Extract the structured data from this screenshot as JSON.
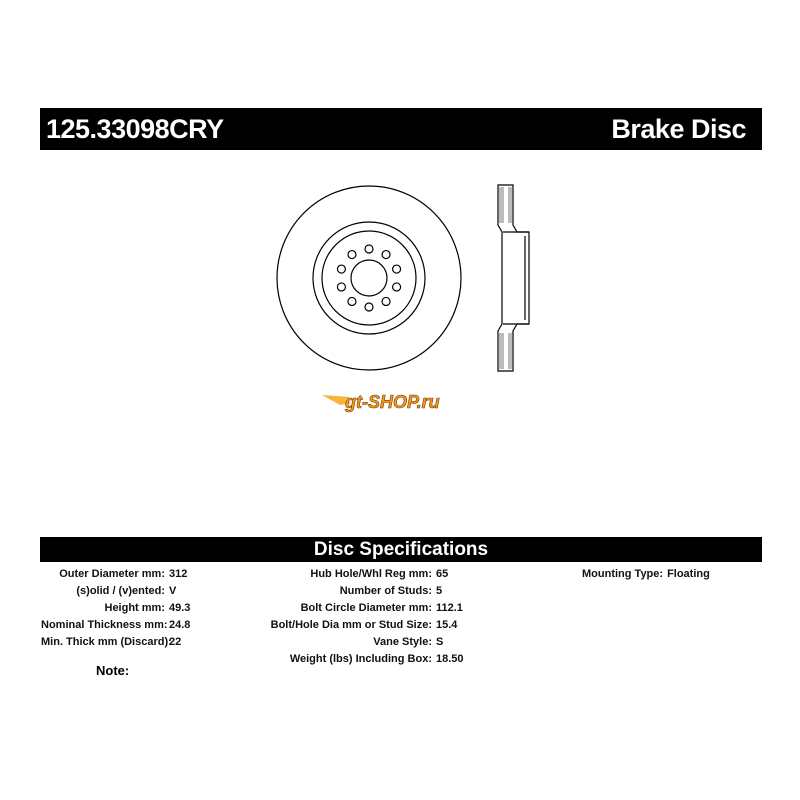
{
  "header": {
    "part_number": "125.33098CRY",
    "type": "Brake Disc"
  },
  "logo": {
    "text": "gt-shop.ru",
    "color": "#f39a1e"
  },
  "specs": {
    "title": "Disc Specifications",
    "col1": [
      {
        "label": "Outer Diameter mm:",
        "value": "312"
      },
      {
        "label": "(s)olid / (v)ented:",
        "value": "V"
      },
      {
        "label": "Height mm:",
        "value": "49.3"
      },
      {
        "label": "Nominal Thickness mm:",
        "value": "24.8"
      },
      {
        "label": "Min. Thick mm (Discard):",
        "value": "22"
      }
    ],
    "col2": [
      {
        "label": "Hub Hole/Whl Reg mm:",
        "value": "65"
      },
      {
        "label": "Number of Studs:",
        "value": "5"
      },
      {
        "label": "Bolt Circle Diameter mm:",
        "value": "112.1"
      },
      {
        "label": "Bolt/Hole Dia mm or Stud Size:",
        "value": "15.4"
      },
      {
        "label": "Vane Style:",
        "value": "S"
      },
      {
        "label": "Weight (lbs) Including Box:",
        "value": "18.50"
      }
    ],
    "col3": [
      {
        "label": "Mounting Type:",
        "value": "Floating"
      }
    ],
    "note_label": "Note:"
  }
}
